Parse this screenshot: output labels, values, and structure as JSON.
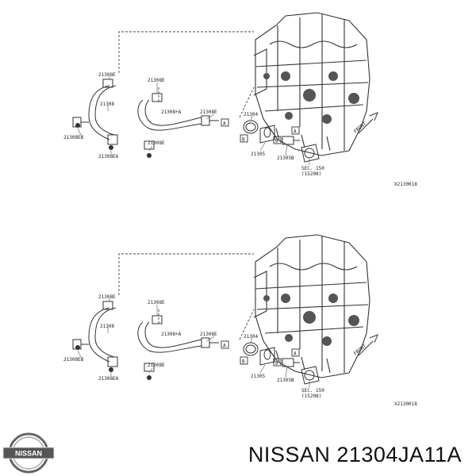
{
  "diagrams": [
    {
      "labels": {
        "l_21308_top": "21308E",
        "l_21308_mid": "21308E",
        "l_21308": "21308",
        "l_21308a": "21308+A",
        "l_21308e_r": "21308E",
        "l_21304": "21304",
        "l_21308eb": "21308EB",
        "l_21308ea": "21308EA",
        "l_21308e_b": "21308E",
        "l_21305": "21305",
        "l_21305b": "21305B",
        "l_sec1": "SEC. 150",
        "l_sec2": "(15208)",
        "l_front": "FRONT",
        "m_a1": "A",
        "m_a2": "A",
        "m_b1": "B",
        "m_b2": "B",
        "code": "X2130018"
      }
    },
    {
      "labels": {
        "l_21308_top": "21308E",
        "l_21308_mid": "21308E",
        "l_21308": "21308",
        "l_21308a": "21308+A",
        "l_21308e_r": "21308E",
        "l_21304": "21304",
        "l_21308eb": "21308EB",
        "l_21308ea": "21308EA",
        "l_21308e_b": "21308E",
        "l_21305": "21305",
        "l_21305b": "21305B",
        "l_sec1": "SEC. 150",
        "l_sec2": "(15208)",
        "l_front": "FRONT",
        "m_a1": "A",
        "m_a2": "A",
        "m_b1": "B",
        "m_b2": "B",
        "code": "X2130018"
      }
    }
  ],
  "logo": {
    "text": "NISSAN"
  },
  "caption": {
    "text": "NISSAN 21304JA11A"
  }
}
